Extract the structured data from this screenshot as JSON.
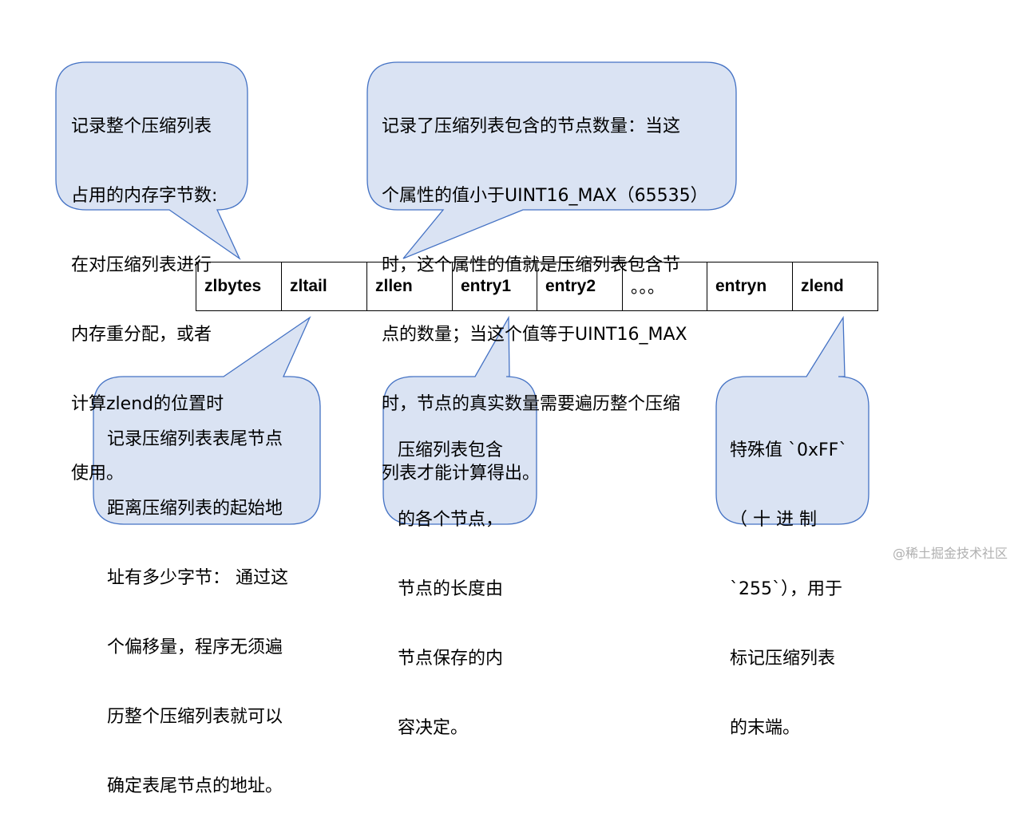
{
  "cells": [
    "zlbytes",
    "zltail",
    "zllen",
    "entry1",
    "entry2",
    "。。。",
    "entryn",
    "zlend"
  ],
  "callouts": {
    "zlbytes": [
      "记录整个压缩列表",
      "占用的内存字节数:",
      "在对压缩列表进行",
      "内存重分配，或者",
      "计算zlend的位置时",
      "使用。"
    ],
    "zllen": [
      "记录了压缩列表包含的节点数量：当这",
      "个属性的值小于UINT16_MAX（65535）",
      "时，这个属性的值就是压缩列表包含节",
      "点的数量；当这个值等于UINT16_MAX",
      "时，节点的真实数量需要遍历整个压缩",
      "列表才能计算得出。"
    ],
    "zltail": [
      "记录压缩列表表尾节点",
      "距离压缩列表的起始地",
      "址有多少字节： 通过这",
      "个偏移量，程序无须遍",
      "历整个压缩列表就可以",
      "确定表尾节点的地址。"
    ],
    "entry": [
      "压缩列表包含",
      "的各个节点，",
      "节点的长度由",
      "节点保存的内",
      "容决定。"
    ],
    "zlend": [
      "特殊值 `0xFF`",
      "（ 十 进 制",
      "`255`），用于",
      "标记压缩列表",
      "的末端。"
    ]
  },
  "watermark": "@稀土掘金技术社区",
  "colors": {
    "callout_fill": "#dae3f3",
    "callout_stroke": "#4472c4"
  }
}
